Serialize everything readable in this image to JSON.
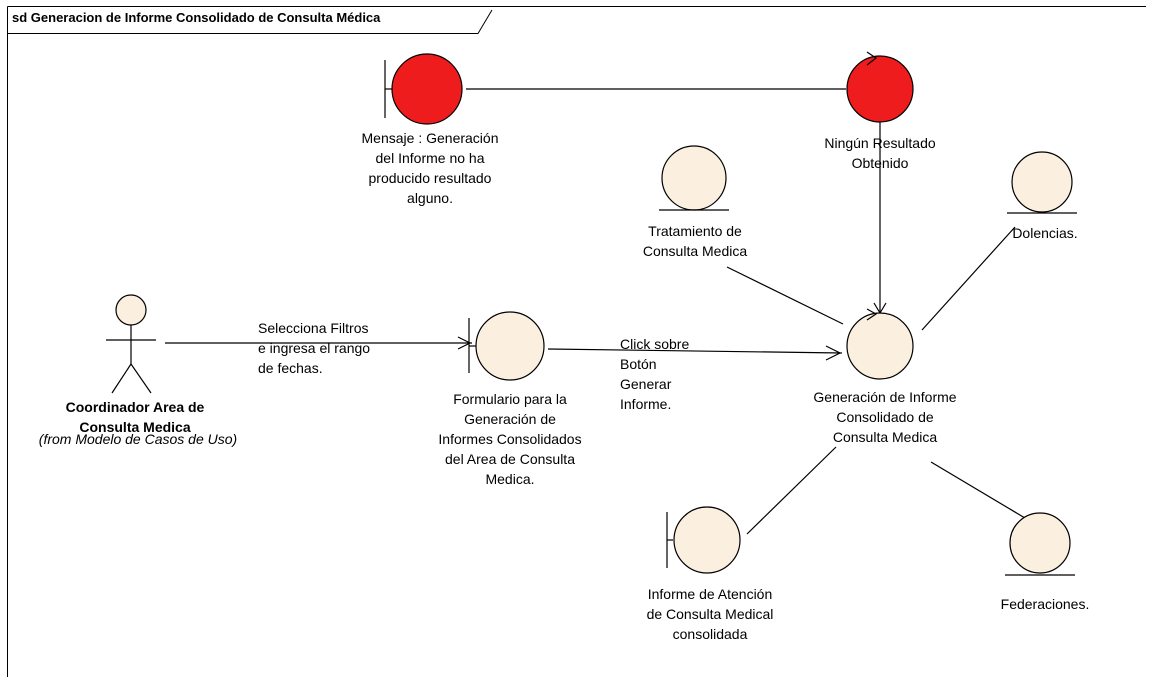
{
  "frame": {
    "title": "sd Generacion de Informe Consolidado de Consulta Médica"
  },
  "actor": {
    "name_lines": [
      "Coordinador Area de",
      "Consulta Medica"
    ],
    "from": "(from Modelo de Casos de Uso)"
  },
  "elements": {
    "mensaje": {
      "kind": "boundary",
      "color": "#ee1c1c",
      "lines": [
        "Mensaje :  Generación",
        "del Informe no ha",
        "producido resultado",
        "alguno."
      ]
    },
    "ningun": {
      "kind": "control",
      "color": "#ee1c1c",
      "lines": [
        "Ningún Resultado",
        "Obtenido"
      ]
    },
    "tratamiento": {
      "kind": "entity",
      "color": "#fbefdf",
      "lines": [
        "Tratamiento de",
        "Consulta Medica"
      ]
    },
    "dolencias": {
      "kind": "entity",
      "color": "#fbefdf",
      "lines": [
        "Dolencias."
      ]
    },
    "formulario": {
      "kind": "boundary",
      "color": "#fbefdf",
      "lines": [
        "Formulario para la",
        "Generación de",
        "Informes Consolidados",
        "del Area de Consulta",
        "Medica."
      ]
    },
    "generacion": {
      "kind": "control",
      "color": "#fbefdf",
      "lines": [
        "Generación de Informe",
        "Consolidado de",
        "Consulta Medica"
      ]
    },
    "informe": {
      "kind": "boundary",
      "color": "#fbefdf",
      "lines": [
        "Informe de Atención",
        "de Consulta Medical",
        "consolidada"
      ]
    },
    "federaciones": {
      "kind": "entity",
      "color": "#fbefdf",
      "lines": [
        "Federaciones."
      ]
    }
  },
  "messages": {
    "selecciona": [
      "Selecciona Filtros",
      "e ingresa el rango",
      "de fechas."
    ],
    "click": [
      "Click sobre",
      "Botón",
      "Generar",
      "Informe."
    ]
  }
}
